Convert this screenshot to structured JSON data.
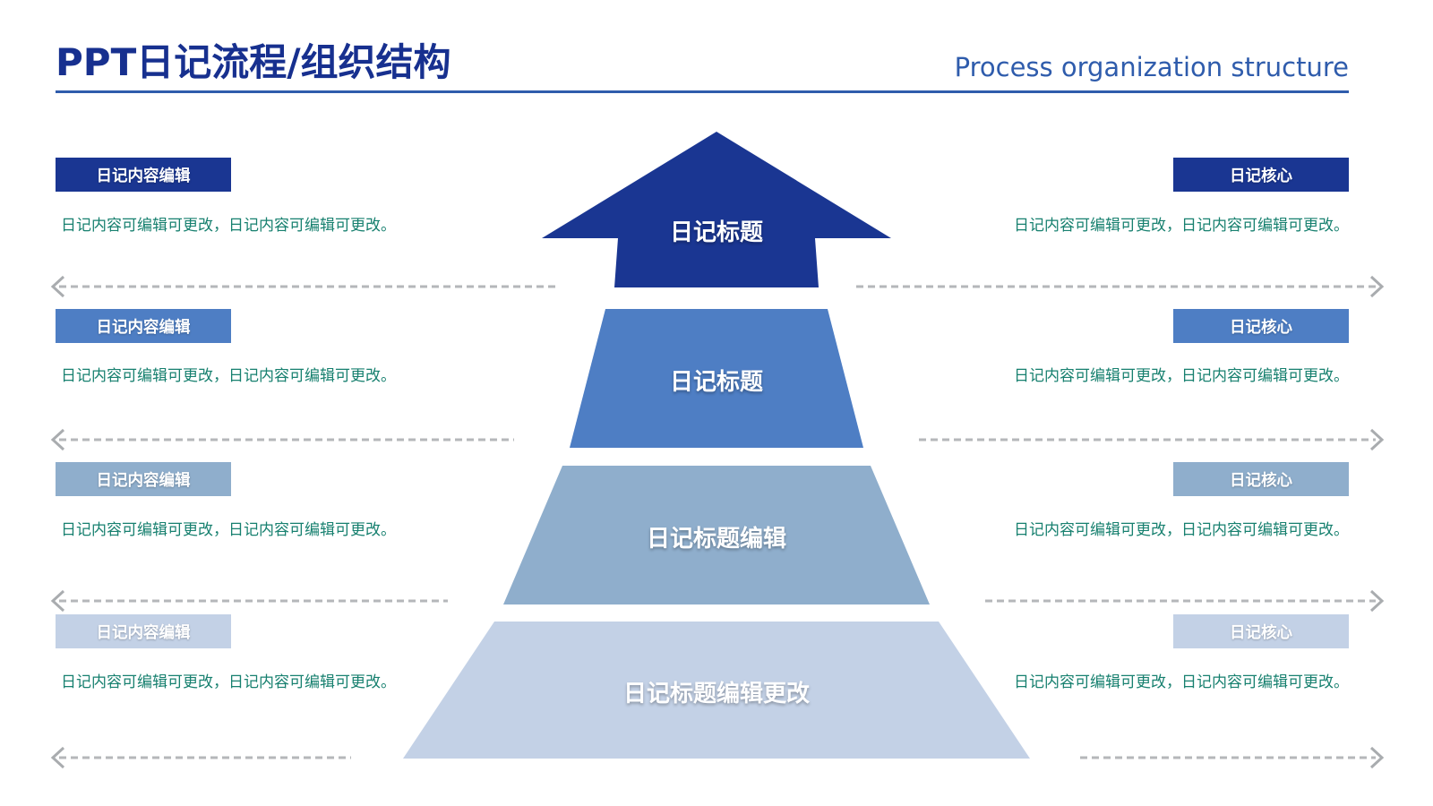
{
  "slide": {
    "title": "PPT日记流程/组织结构",
    "subtitle": "Process organization structure"
  },
  "styles": {
    "title_color": "#17308F",
    "subtitle_color": "#2F5CAC",
    "rule_color": "#2F5CAC",
    "body_text_color": "#17806F",
    "dash_color": "#B5B7BA",
    "chevron_color": "#A9ACAF"
  },
  "pyramid": {
    "levels": [
      {
        "label": "日记标题",
        "color": "#1A3692"
      },
      {
        "label": "日记标题",
        "color": "#4E7EC4"
      },
      {
        "label": "日记标题编辑",
        "color": "#8FAECC"
      },
      {
        "label": "日记标题编辑更改",
        "color": "#C3D1E6"
      }
    ]
  },
  "rows": [
    {
      "left_tag": "日记内容编辑",
      "right_tag": "日记核心",
      "left_text": "日记内容可编辑可更改，日记内容可编辑可更改。",
      "right_text": "日记内容可编辑可更改，日记内容可编辑可更改。",
      "tag_color": "#1A3692"
    },
    {
      "left_tag": "日记内容编辑",
      "right_tag": "日记核心",
      "left_text": "日记内容可编辑可更改，日记内容可编辑可更改。",
      "right_text": "日记内容可编辑可更改，日记内容可编辑可更改。",
      "tag_color": "#4E7EC4"
    },
    {
      "left_tag": "日记内容编辑",
      "right_tag": "日记核心",
      "left_text": "日记内容可编辑可更改，日记内容可编辑可更改。",
      "right_text": "日记内容可编辑可更改，日记内容可编辑可更改。",
      "tag_color": "#8FAECC"
    },
    {
      "left_tag": "日记内容编辑",
      "right_tag": "日记核心",
      "left_text": "日记内容可编辑可更改，日记内容可编辑可更改。",
      "right_text": "日记内容可编辑可更改，日记内容可编辑可更改。",
      "tag_color": "#C3D1E6"
    }
  ]
}
